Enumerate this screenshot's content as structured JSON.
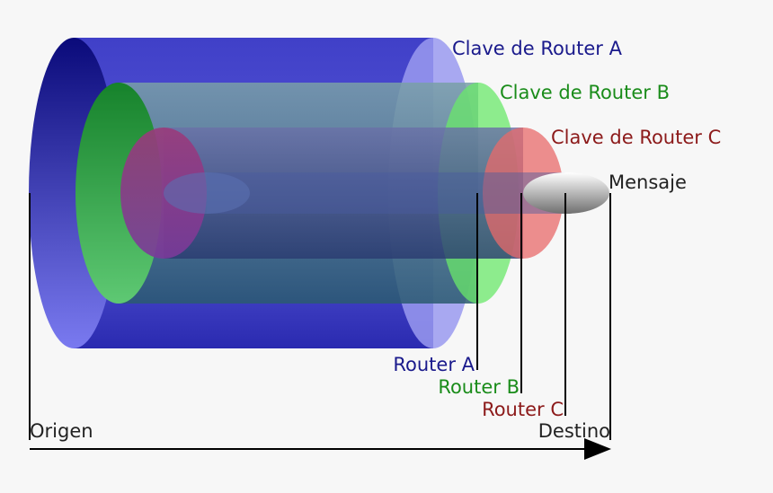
{
  "layers": {
    "key_a": "Clave de Router A",
    "key_b": "Clave de Router B",
    "key_c": "Clave de Router C",
    "message": "Mensaje"
  },
  "routers": {
    "a": "Router A",
    "b": "Router B",
    "c": "Router C"
  },
  "path": {
    "origin": "Origen",
    "destination": "Destino"
  },
  "colors": {
    "router_a": "#1a1a8c",
    "router_b": "#1a8c1a",
    "router_c": "#8c1a1a",
    "text": "#222222"
  }
}
